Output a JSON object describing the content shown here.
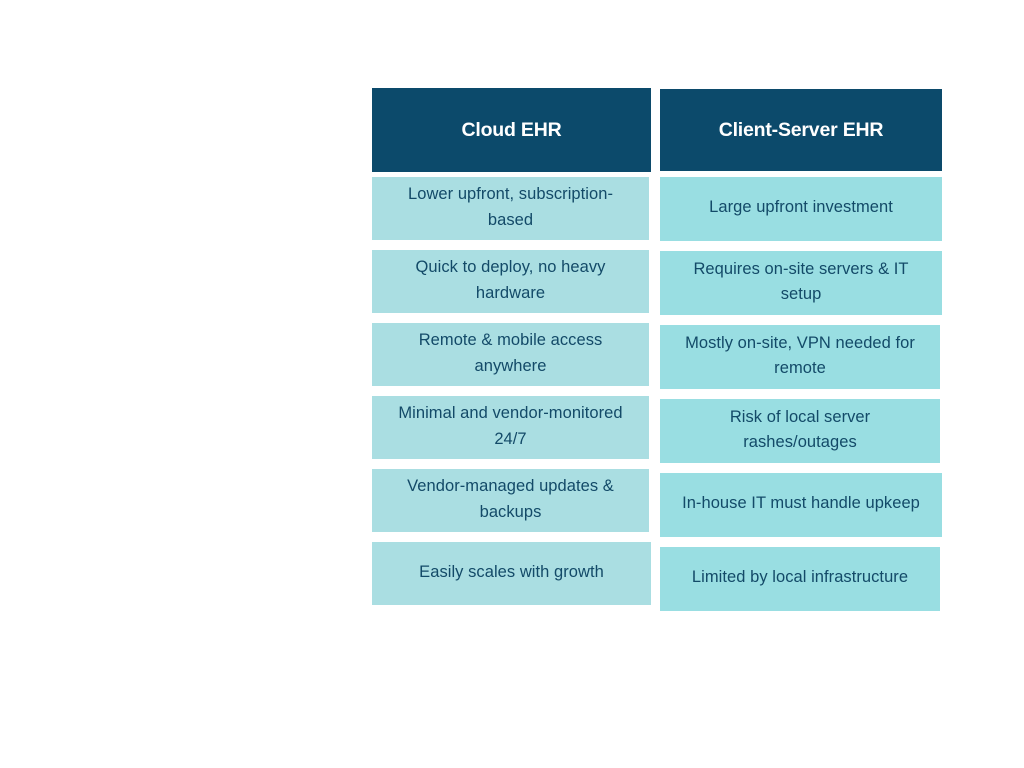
{
  "table": {
    "columns": [
      {
        "id": "cloud-ehr",
        "header": "Cloud EHR",
        "header_bg": "#0C4A6B",
        "header_text_color": "#FFFFFF",
        "cell_bg": "#AADEE2",
        "cell_text_color": "#134A68",
        "cells": [
          "Lower upfront, subscription-based",
          "Quick to deploy, no heavy hardware",
          "Remote & mobile access anywhere",
          "Minimal and vendor-monitored 24/7",
          "Vendor-managed updates & backups",
          "Easily scales with growth"
        ]
      },
      {
        "id": "client-server-ehr",
        "header": "Client-Server EHR",
        "header_bg": "#0C4A6B",
        "header_text_color": "#FFFFFF",
        "cell_bg": "#99DEE2",
        "cell_text_color": "#134A68",
        "cells": [
          "Large upfront investment",
          "Requires on-site servers & IT setup",
          "Mostly on-site, VPN needed for remote",
          "Risk of local server rashes/outages",
          "In-house IT must handle upkeep",
          "Limited by local infrastructure"
        ]
      }
    ]
  },
  "canvas": {
    "background": "#FFFFFF"
  }
}
